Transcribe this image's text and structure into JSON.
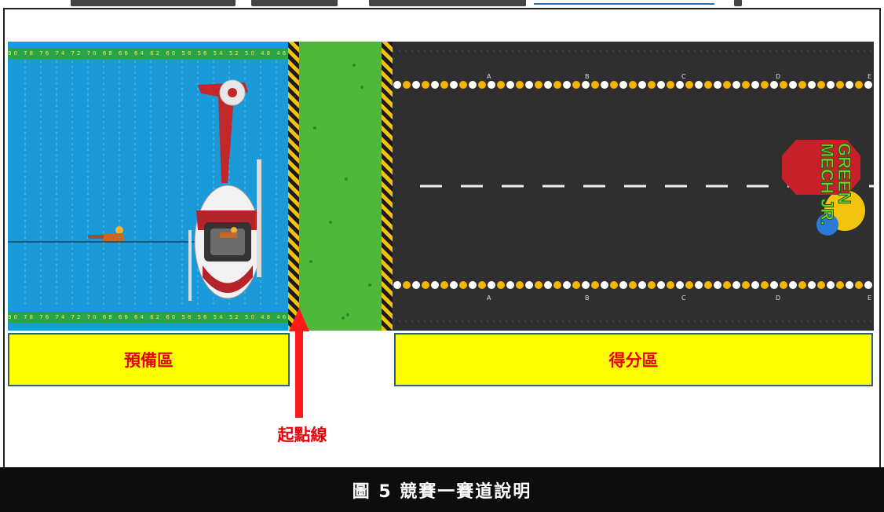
{
  "figure": {
    "zones": {
      "prep": "預備區",
      "score": "得分區",
      "start_line": "起點線"
    },
    "caption": "圖 5 競賽一賽道說明",
    "lane_letters": [
      "A",
      "B",
      "C",
      "D",
      "E"
    ],
    "logo_text": "GREEN MECH JR.",
    "colors": {
      "label_fill": "#ffff00",
      "label_text": "#e8000c",
      "arrow": "#ff1a1a",
      "water": "#1a9ad8",
      "grass": "#4fb83a",
      "road": "#2f2f30",
      "caption_bg": "#0d0d0d"
    }
  }
}
